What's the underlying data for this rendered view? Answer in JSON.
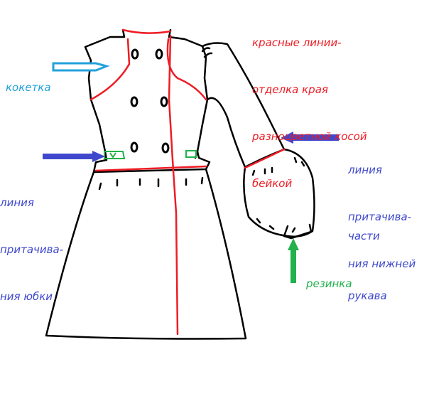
{
  "labels": {
    "trim_note": [
      "красные линии-",
      "отделка края",
      "разноцветной косой",
      "бейкой"
    ],
    "yoke": "кокетка",
    "skirt_seam": [
      "линия",
      "притачива-",
      "ния юбки"
    ],
    "sleeve_seam": [
      "линия",
      "притачива-",
      "ния нижней"
    ],
    "sleeve_seam_cont": [
      "части",
      "рукава"
    ],
    "elastic": "резинка"
  },
  "colors": {
    "trim": "#ee1c24",
    "yoke_arrow": "#22a2dc",
    "seam_arrow": "#3f48cc",
    "elastic_arrow": "#22b14c",
    "outline": "#000000"
  }
}
